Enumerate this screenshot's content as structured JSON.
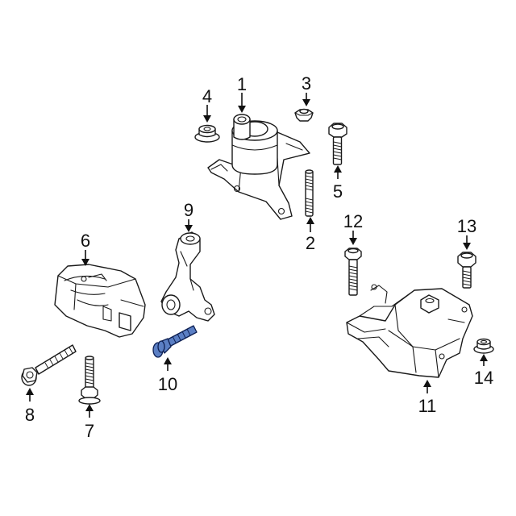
{
  "callouts": [
    {
      "id": "1",
      "label": "1"
    },
    {
      "id": "2",
      "label": "2"
    },
    {
      "id": "3",
      "label": "3"
    },
    {
      "id": "4",
      "label": "4"
    },
    {
      "id": "5",
      "label": "5"
    },
    {
      "id": "6",
      "label": "6"
    },
    {
      "id": "7",
      "label": "7"
    },
    {
      "id": "8",
      "label": "8"
    },
    {
      "id": "9",
      "label": "9"
    },
    {
      "id": "10",
      "label": "10"
    },
    {
      "id": "11",
      "label": "11"
    },
    {
      "id": "12",
      "label": "12"
    },
    {
      "id": "13",
      "label": "13"
    },
    {
      "id": "14",
      "label": "14"
    }
  ],
  "highlighted_part": "10",
  "colors": {
    "highlight_fill": "#5b7fc4",
    "highlight_stroke": "#0d1f52",
    "line": "#1a1a1a",
    "background": "#ffffff"
  }
}
